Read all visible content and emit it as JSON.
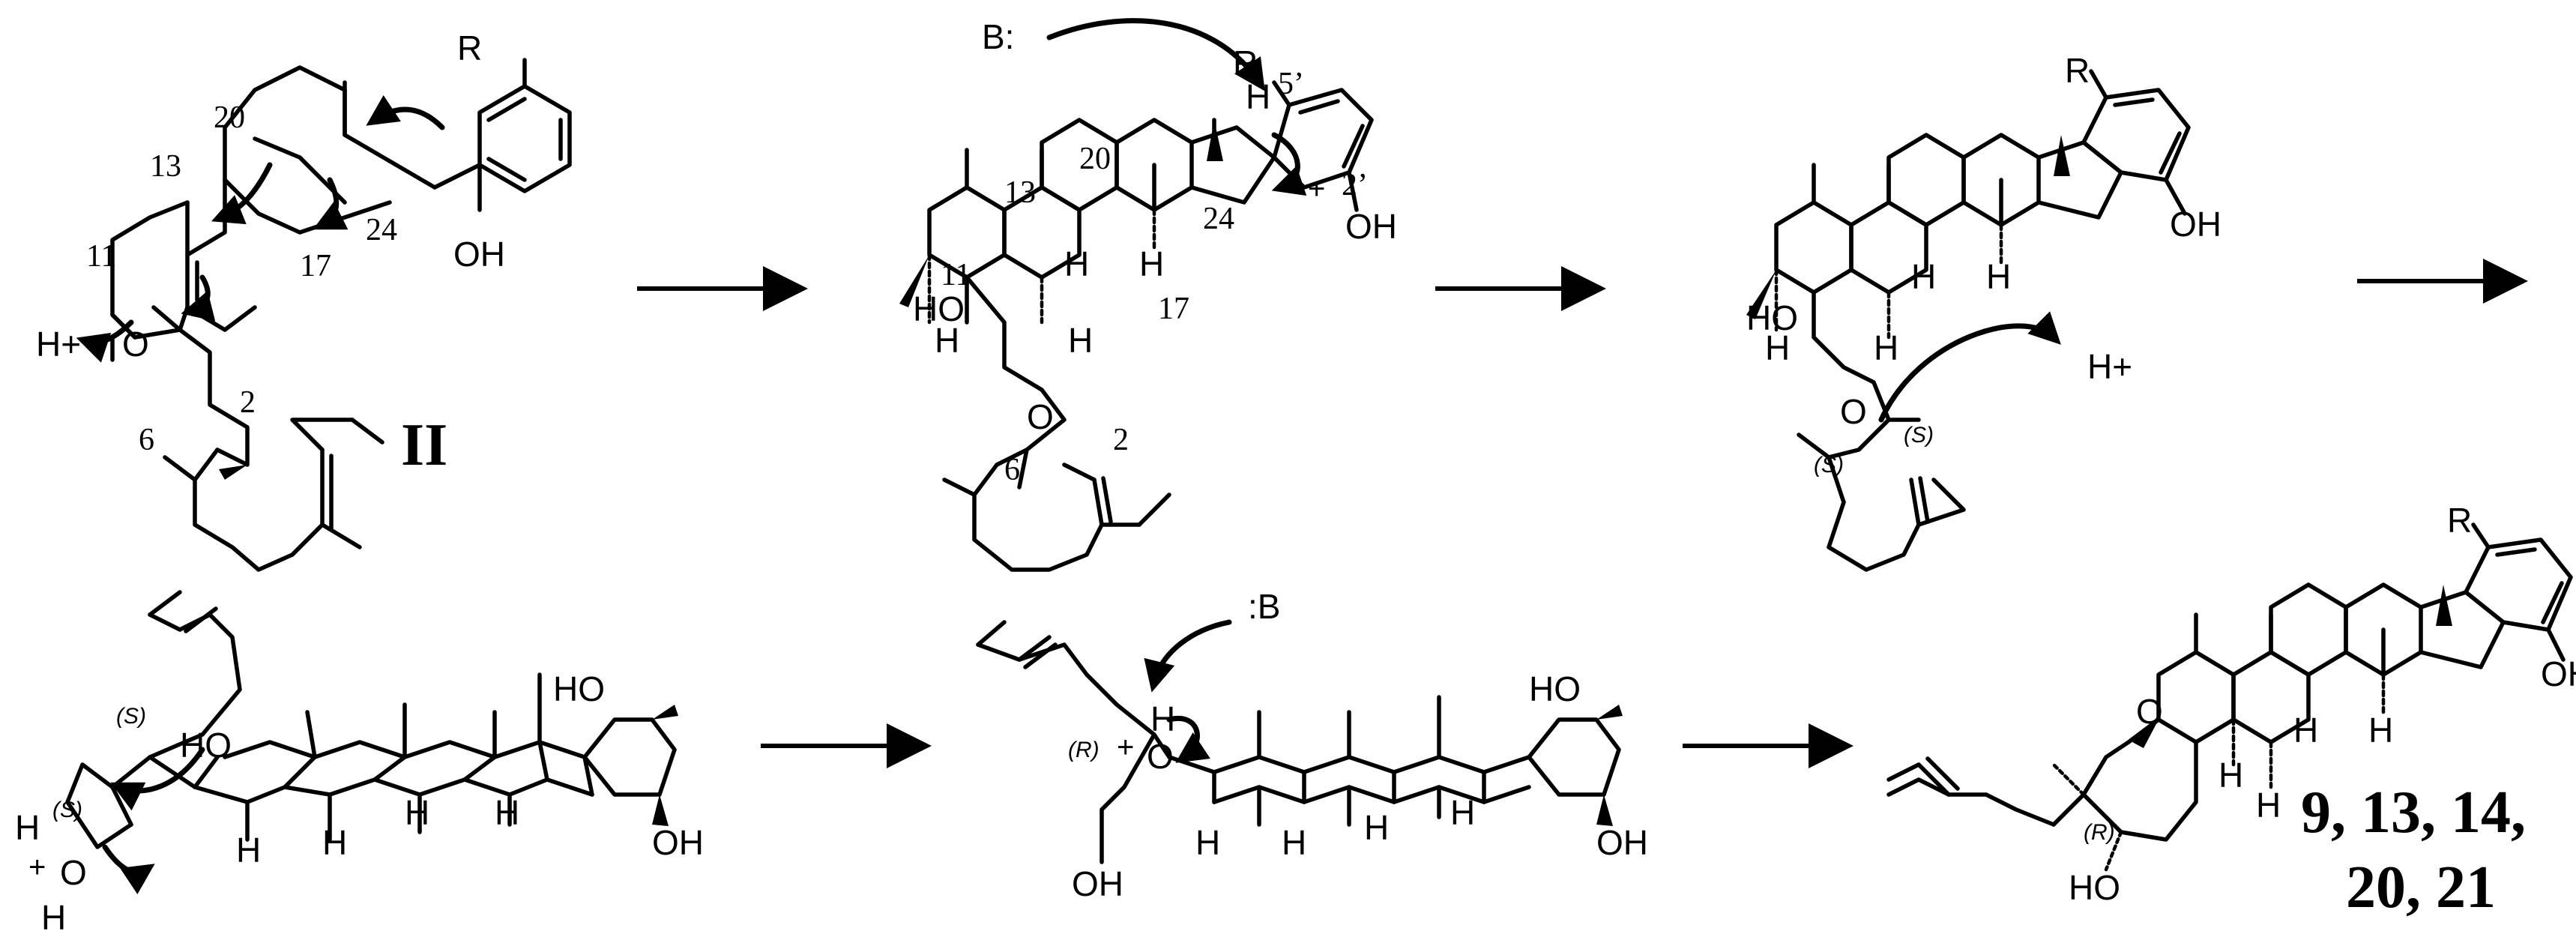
{
  "diagram": {
    "labels": {
      "R": "R",
      "OH": "OH",
      "HO": "HO",
      "O": "O",
      "H": "H",
      "H_plus": "H+",
      "base": "B:",
      "base_right": ":B",
      "plus": "+",
      "compound_numeral": "II",
      "compound_ids_line1": "9, 13, 14,",
      "compound_ids_line2": "20, 21"
    },
    "positions": {
      "n2": "2",
      "n6": "6",
      "n11": "11",
      "n13": "13",
      "n17": "17",
      "n20": "20",
      "n24": "24",
      "n2p": "2’",
      "n5p": "5’"
    },
    "stereo": {
      "S": "(S)",
      "R": "(R)"
    }
  }
}
